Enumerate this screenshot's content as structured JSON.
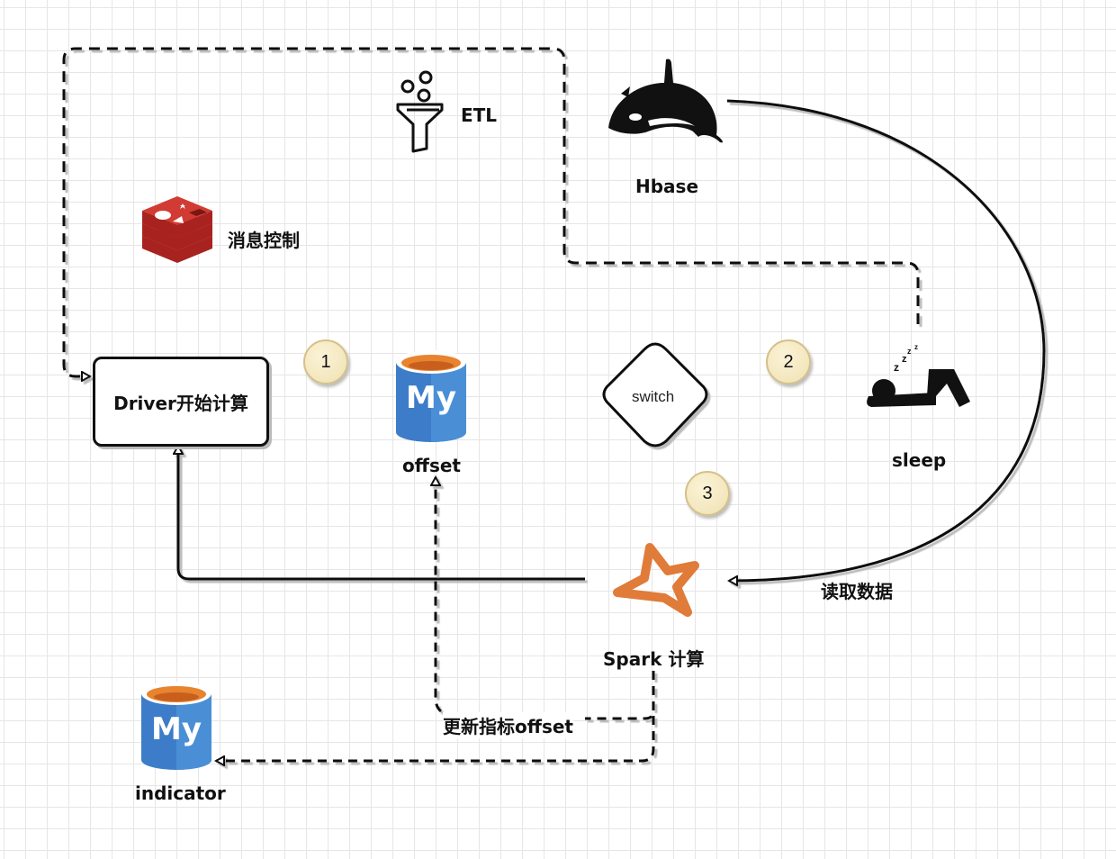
{
  "diagram": {
    "nodes": {
      "driver": {
        "label": "Driver开始计算"
      },
      "redis": {
        "label": "消息控制",
        "icon": "redis-icon"
      },
      "etl": {
        "label": "ETL",
        "icon": "funnel-icon"
      },
      "hbase": {
        "label": "Hbase",
        "icon": "orca-icon"
      },
      "offset_db": {
        "label": "offset",
        "icon": "mysql-icon",
        "glyph": "My"
      },
      "switch": {
        "label": "switch"
      },
      "sleep": {
        "label": "sleep",
        "icon": "sleeping-person-icon"
      },
      "spark": {
        "label": "Spark 计算",
        "icon": "spark-star-icon"
      },
      "indicator_db": {
        "label": "indicator",
        "icon": "mysql-icon",
        "glyph": "My"
      }
    },
    "badges": [
      "1",
      "2",
      "3"
    ],
    "edge_labels": {
      "read_data": "读取数据",
      "update_offset": "更新指标offset"
    },
    "colors": {
      "mysql_blue": "#3d7cc9",
      "mysql_blue_light": "#4a8fd6",
      "mysql_top": "#e8832e",
      "redis_red": "#c0302b",
      "spark_orange": "#e07b39",
      "badge_fill": "#f6ecc8",
      "line": "#111111"
    }
  }
}
